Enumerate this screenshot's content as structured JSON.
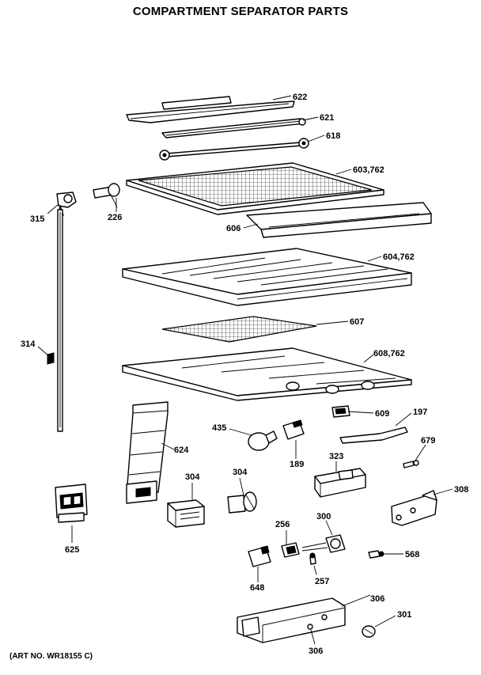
{
  "title": "COMPARTMENT SEPARATOR PARTS",
  "art_number": "(ART NO. WR18155 C)",
  "callouts": [
    {
      "id": "622",
      "label": "622"
    },
    {
      "id": "621",
      "label": "621"
    },
    {
      "id": "618",
      "label": "618"
    },
    {
      "id": "603",
      "label": "603,762"
    },
    {
      "id": "315",
      "label": "315"
    },
    {
      "id": "226",
      "label": "226"
    },
    {
      "id": "606",
      "label": "606"
    },
    {
      "id": "604",
      "label": "604,762"
    },
    {
      "id": "607",
      "label": "607"
    },
    {
      "id": "314",
      "label": "314"
    },
    {
      "id": "608",
      "label": "608,762"
    },
    {
      "id": "609",
      "label": "609"
    },
    {
      "id": "197",
      "label": "197"
    },
    {
      "id": "435",
      "label": "435"
    },
    {
      "id": "624",
      "label": "624"
    },
    {
      "id": "189",
      "label": "189"
    },
    {
      "id": "679",
      "label": "679"
    },
    {
      "id": "323",
      "label": "323"
    },
    {
      "id": "304a",
      "label": "304"
    },
    {
      "id": "304b",
      "label": "304"
    },
    {
      "id": "308",
      "label": "308"
    },
    {
      "id": "256",
      "label": "256"
    },
    {
      "id": "300",
      "label": "300"
    },
    {
      "id": "625",
      "label": "625"
    },
    {
      "id": "568",
      "label": "568"
    },
    {
      "id": "257",
      "label": "257"
    },
    {
      "id": "648",
      "label": "648"
    },
    {
      "id": "306a",
      "label": "306"
    },
    {
      "id": "301",
      "label": "301"
    },
    {
      "id": "306b",
      "label": "306"
    }
  ]
}
